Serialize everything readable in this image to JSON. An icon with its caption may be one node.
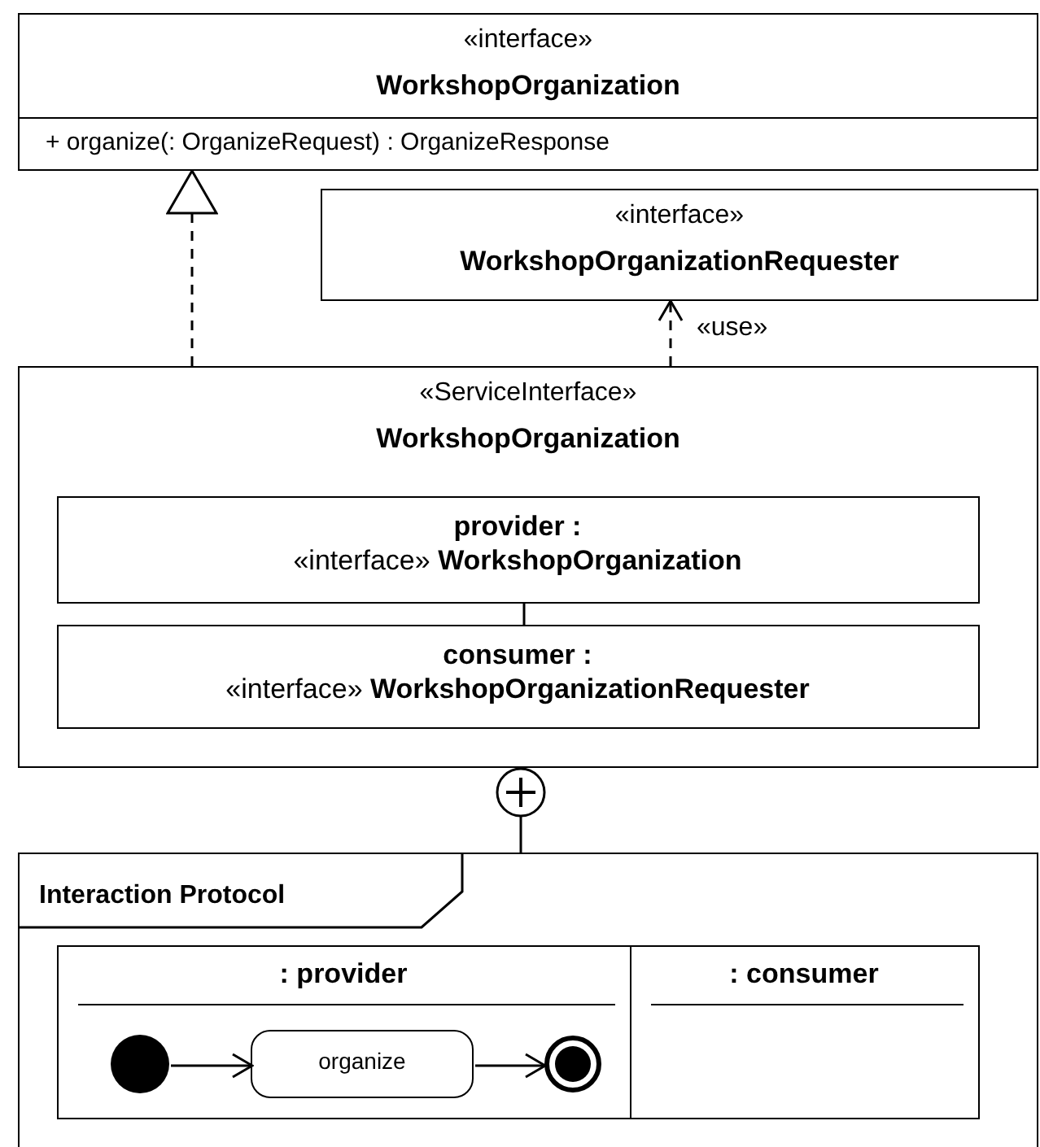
{
  "diagram": {
    "nodes": [
      {
        "text": [
          "«interface»",
          "WorkshopOrganization",
          "+ organize(: OrganizeRequest) : OrganizeResponse"
        ]
      },
      {
        "text": [
          "«interface»",
          "WorkshopOrganizationRequester"
        ]
      },
      {
        "text": [
          "«ServiceInterface»",
          "WorkshopOrganization"
        ]
      },
      {
        "text": [
          "**provider :** «interface» **WorkshopOrganization**"
        ],
        "in": 2
      },
      {
        "text": [
          "**consumer :** «interface» **WorkshopOrganizationRequester**"
        ],
        "in": 2
      },
      {
        "text": [
          "Interaction Protocol"
        ]
      },
      {
        "text": [
          ": provider"
        ],
        "in": 5
      },
      {
        "text": [
          ": consumer"
        ],
        "in": 5
      },
      {
        "text": [],
        "shape": "circle",
        "in": 6
      },
      {
        "text": [
          "organize"
        ],
        "in": 6
      },
      {
        "text": [],
        "shape": "circle",
        "in": 6
      }
    ],
    "edges": [
      {
        "from": 2,
        "to": 0,
        "arrow": "to",
        "style": "dashed"
      },
      {
        "from": 2,
        "to": 1,
        "arrow": "to",
        "style": "dashed",
        "label": "«use»"
      },
      {
        "from": 3,
        "to": 4,
        "arrow": "none"
      },
      {
        "from": 5,
        "to": 2,
        "arrow": "other"
      },
      {
        "from": 8,
        "to": 9,
        "arrow": "to"
      },
      {
        "from": 9,
        "to": 10,
        "arrow": "to"
      }
    ]
  }
}
